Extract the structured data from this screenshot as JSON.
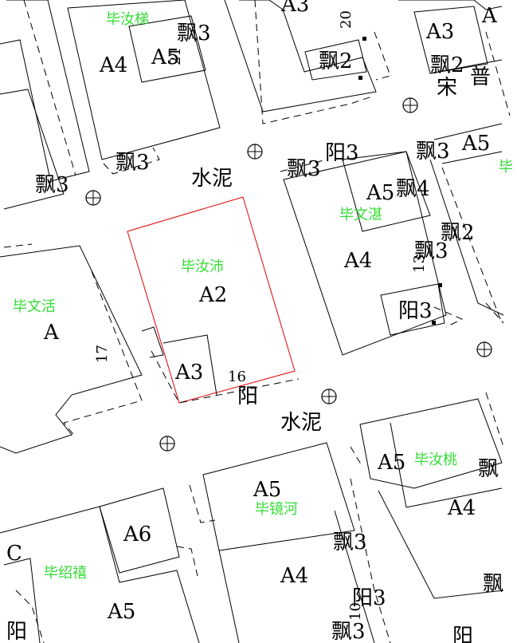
{
  "owners": {
    "bi_rutii": "毕汝梯",
    "bi_wenzhan": "毕文湛",
    "bi_rupei": "毕汝沛",
    "bi_wenhuo": "毕文活",
    "bi_rutao": "毕汝桃",
    "bi_jinghe": "毕镜河",
    "bi_shaoxi": "毕绍禧"
  },
  "labels": {
    "a3_top": "A3",
    "a3_right_top": "A3",
    "a_top_right": "A",
    "piao3_a": "飘3",
    "a4_left_top": "A4",
    "a5_left_top": "A5",
    "n21": "21",
    "n20": "20",
    "piao2_top": "飘2",
    "piao2_right_top": "飘2",
    "song": "宋",
    "pu": "普",
    "piao3_left1": "飘3",
    "piao3_left2": "飘3",
    "shuini_top": "水泥",
    "piao3_mid": "飘3",
    "yang3_mid": "阳3",
    "piao3_right": "飘3",
    "a5_right": "A5",
    "bi_edge": "毕",
    "a5_mid": "A5",
    "piao4_mid": "飘4",
    "piao2_right": "飘2",
    "piao3_right2": "飘3",
    "a4_mid": "A4",
    "n13": "13",
    "yang3_right": "阳3",
    "a2_red": "A2",
    "a_left": "A",
    "n17": "17",
    "a3_red": "A3",
    "n16": "16",
    "yang_mid": "阳",
    "shuini_bottom": "水泥",
    "a5_bottom_right": "A5",
    "piao_bottom_right": "飘",
    "a4_bottom_right": "A4",
    "a5_bottom_mid": "A5",
    "a6_bottom_left": "A6",
    "c_left": "C",
    "piao3_bottom": "飘3",
    "a4_bottom_mid": "A4",
    "piao_edge_bottom": "飘",
    "a5_bottom_left": "A5",
    "yang3_bottom": "阳3",
    "n10": "10",
    "piao3_bottom2": "飘3",
    "yang_bottom_left": "阳",
    "yang_bottom_right": "阳"
  }
}
